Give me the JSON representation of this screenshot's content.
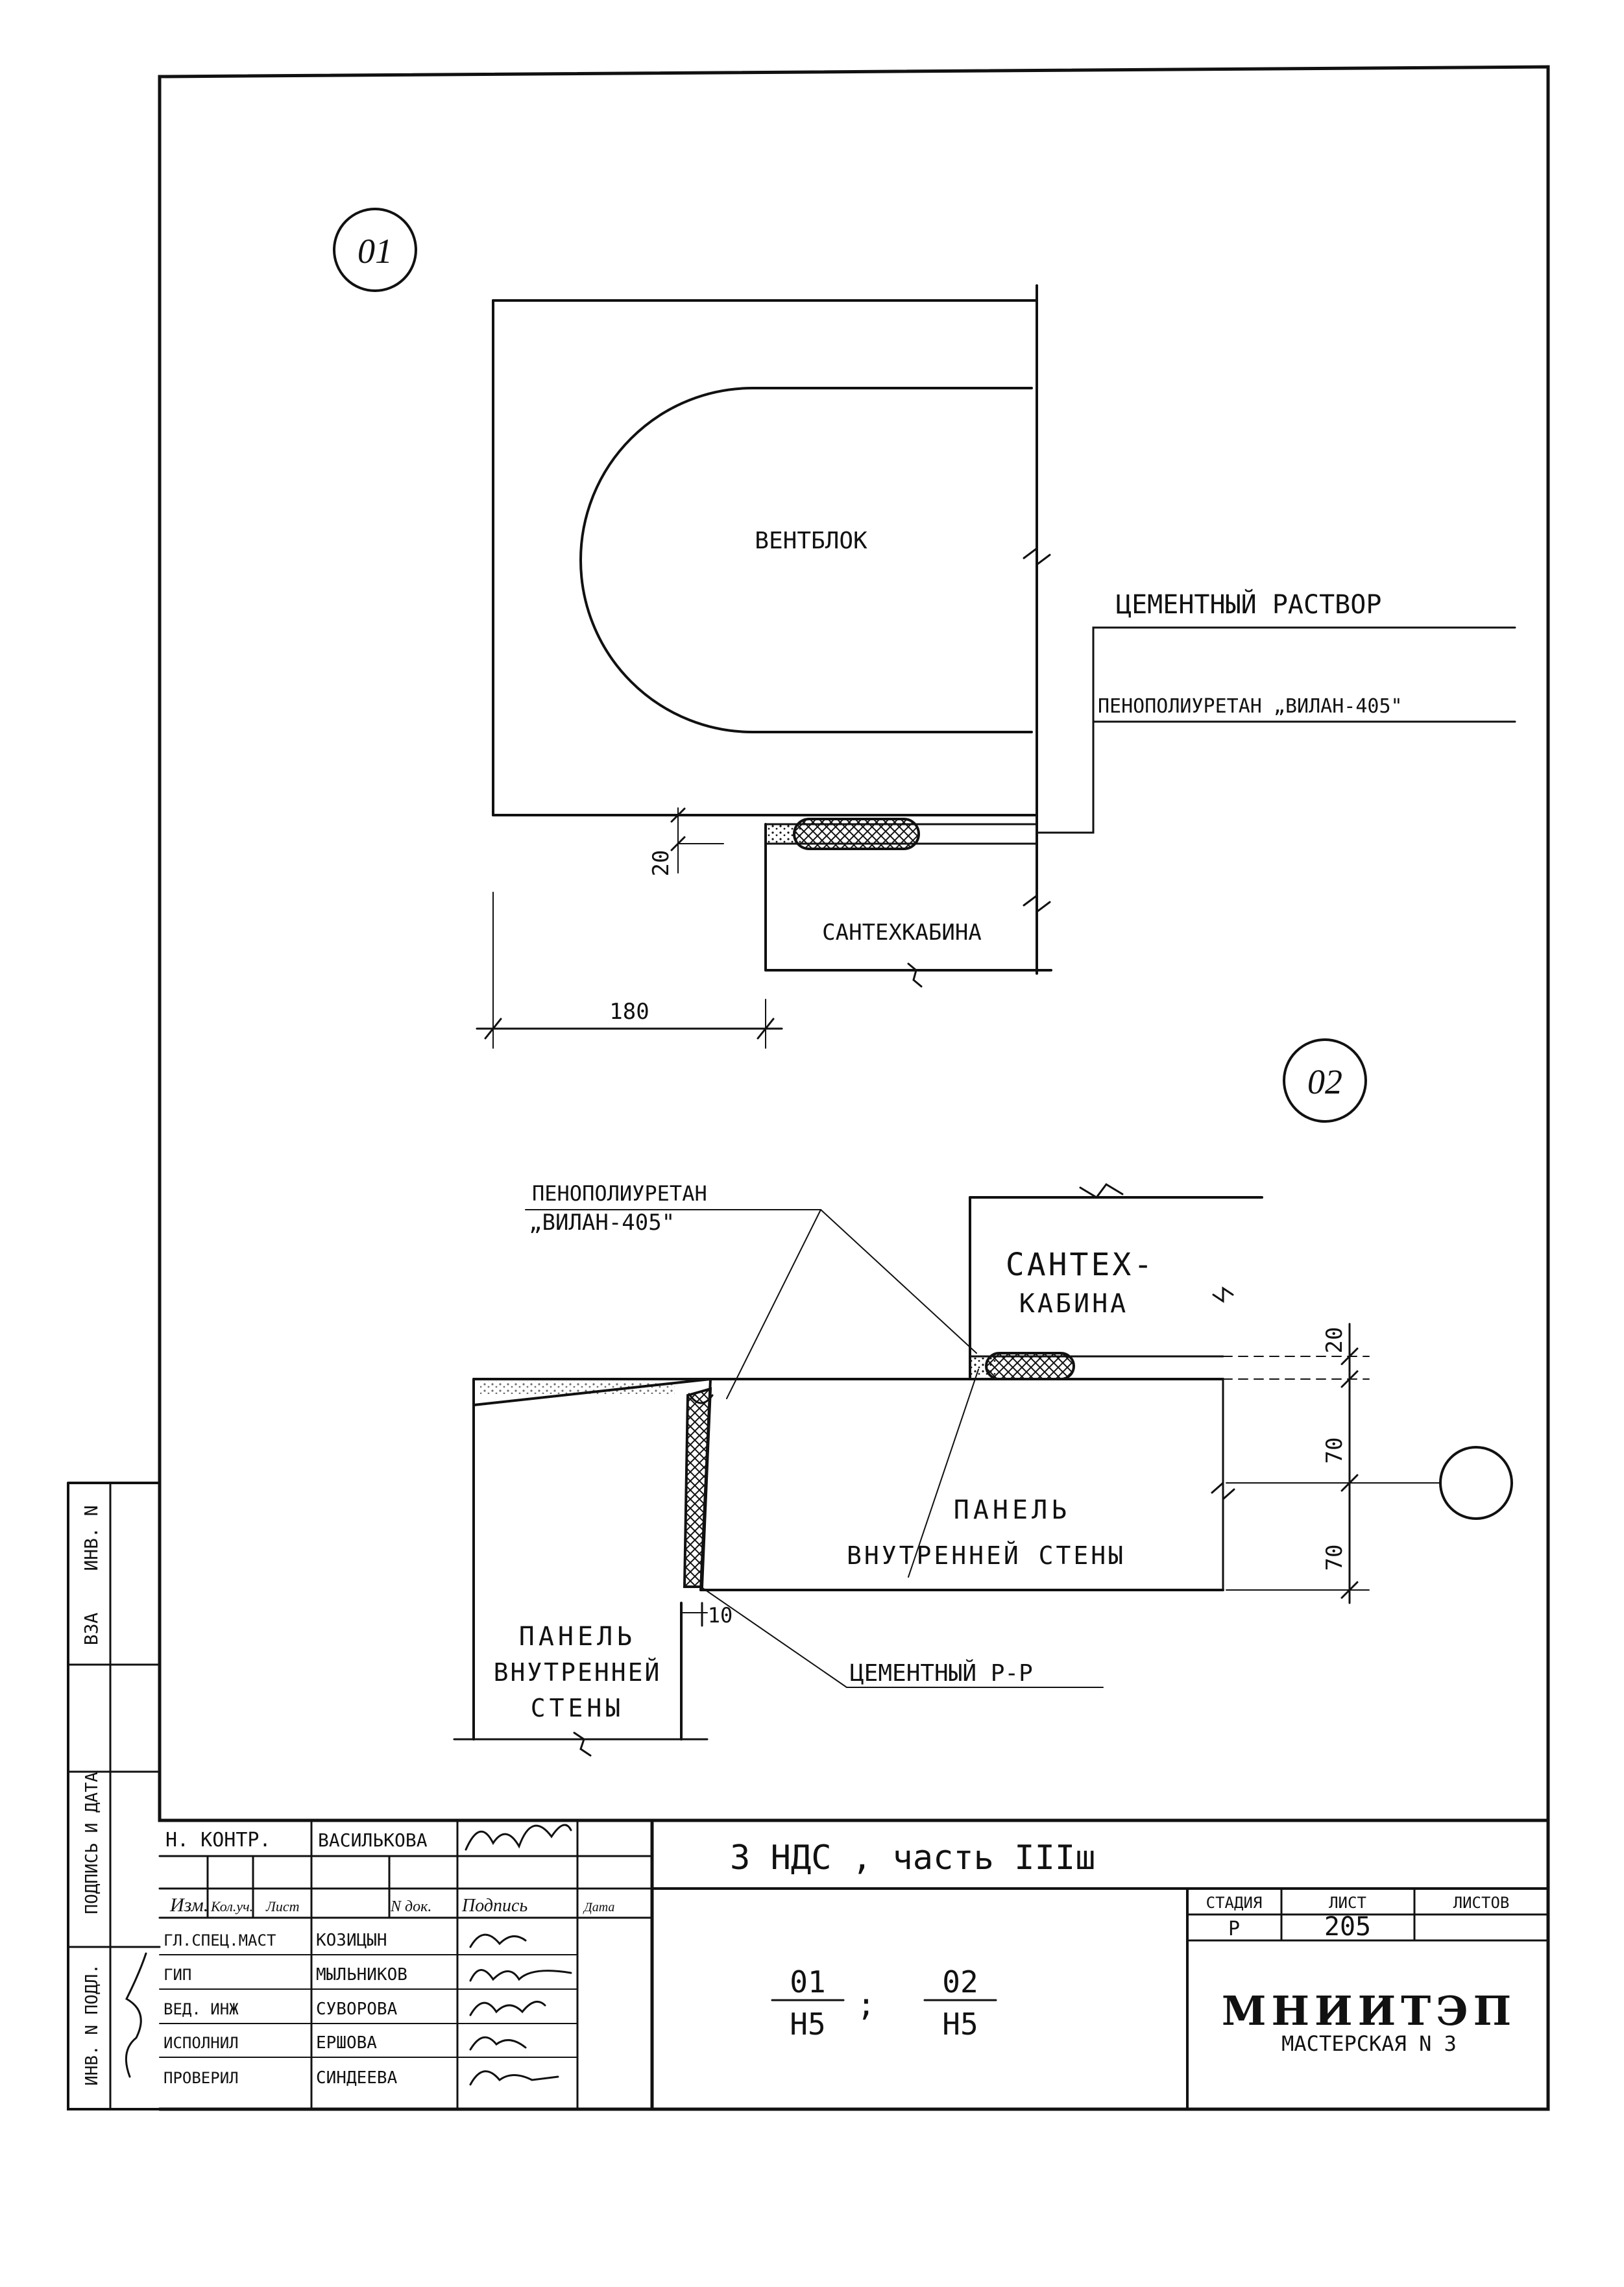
{
  "detail_01": {
    "bubble": "01",
    "ventblock_label": "ВЕНТБЛОК",
    "cement_label": "ЦЕМЕНТНЫЙ РАСТВОР",
    "foam_label": "ПЕНОПОЛИУРЕТАН „ВИЛАН-405\"",
    "cabin_label": "САНТЕХКАБИНА",
    "dim_gap": "20",
    "dim_width": "180"
  },
  "detail_02": {
    "bubble": "02",
    "foam_label_line1": "ПЕНОПОЛИУРЕТАН",
    "foam_label_line2": "„ВИЛАН-405\"",
    "cabin_line1": "САНТЕХ-",
    "cabin_line2": "КАБИНА",
    "panel_right_line1": "ПАНЕЛЬ",
    "panel_right_line2": "ВНУТРЕННЕЙ СТЕНЫ",
    "panel_left_line1": "ПАНЕЛЬ",
    "panel_left_line2": "ВНУТРЕННЕЙ",
    "panel_left_line3": "СТЕНЫ",
    "cement_label": "ЦЕМЕНТНЫЙ Р-Р",
    "dim_top": "20",
    "dim_mid": "70",
    "dim_bottom": "70",
    "dim_gap": "10"
  },
  "side_stamp": {
    "inv_no": "ИНВ. N",
    "vza": "ВЗА",
    "sign_date": "ПОДПИСЬ И ДАТА",
    "inv_orig": "ИНВ. N ПОДЛ."
  },
  "title_block": {
    "norm_control_role": "Н. КОНТР.",
    "norm_control_name": "ВАСИЛЬКОВА",
    "col_izm": "Изм.",
    "col_kol": "Кол.уч.",
    "col_list": "Лист",
    "col_ndok": "N док.",
    "col_sign": "Подпись",
    "col_date": "Дата",
    "rows": [
      {
        "role": "ГЛ.СПЕЦ.МАСТ",
        "name": "КОЗИЦЫН"
      },
      {
        "role": "ГИП",
        "name": "МЫЛЬНИКОВ"
      },
      {
        "role": "ВЕД. ИНЖ",
        "name": "СУВОРОВА"
      },
      {
        "role": "ИСПОЛНИЛ",
        "name": "ЕРШОВА"
      },
      {
        "role": "ПРОВЕРИЛ",
        "name": "СИНДЕЕВА"
      }
    ],
    "project_title": "3 НДС , часть IIIш",
    "ref_1_num": "01",
    "ref_1_den": "Н5",
    "ref_sep": ";",
    "ref_2_num": "02",
    "ref_2_den": "Н5",
    "stage_label": "СТАДИЯ",
    "sheet_label": "ЛИСТ",
    "sheets_label": "ЛИСТОВ",
    "stage_value": "Р",
    "sheet_value": "205",
    "sheets_value": "",
    "org_name": "МНИИТЭП",
    "org_workshop": "МАСТЕРСКАЯ N 3"
  }
}
